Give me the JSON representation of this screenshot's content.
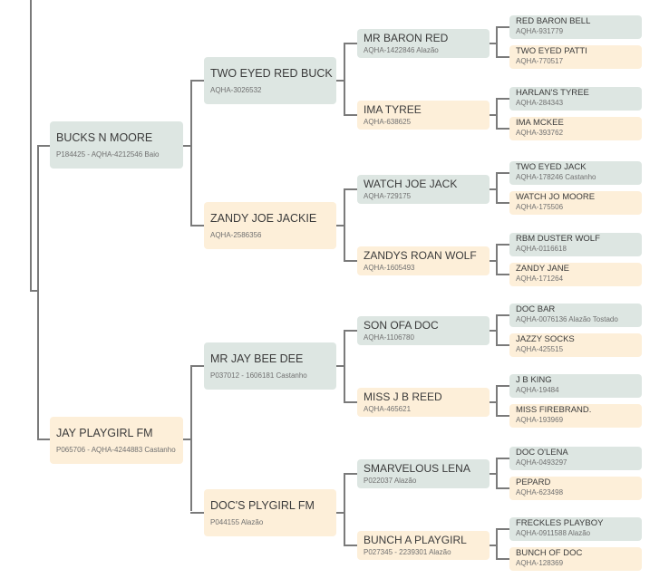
{
  "pedigree": {
    "sire": {
      "name": "BUCKS N MOORE",
      "reg": "P184425 - AQHA-4212546 Baio"
    },
    "dam": {
      "name": "JAY PLAYGIRL FM",
      "reg": "P065706 - AQHA-4244883 Castanho"
    },
    "gen2": [
      {
        "name": "TWO EYED RED BUCK",
        "reg": "AQHA-3026532"
      },
      {
        "name": "ZANDY JOE JACKIE",
        "reg": "AQHA-2586356"
      },
      {
        "name": "MR JAY BEE DEE",
        "reg": "P037012 - 1606181 Castanho"
      },
      {
        "name": "DOC'S PLYGIRL FM",
        "reg": "P044155 Alazão"
      }
    ],
    "gen3": [
      {
        "name": "MR BARON RED",
        "reg": "AQHA-1422846 Alazão"
      },
      {
        "name": "IMA TYREE",
        "reg": "AQHA-638625"
      },
      {
        "name": "WATCH JOE JACK",
        "reg": "AQHA-729175"
      },
      {
        "name": "ZANDYS ROAN WOLF",
        "reg": "AQHA-1605493"
      },
      {
        "name": "SON OFA DOC",
        "reg": "AQHA-1106780"
      },
      {
        "name": "MISS J B REED",
        "reg": "AQHA-465621"
      },
      {
        "name": "SMARVELOUS LENA",
        "reg": "P022037 Alazão"
      },
      {
        "name": "BUNCH A PLAYGIRL",
        "reg": "P027345 - 2239301 Alazão"
      }
    ],
    "gen4": [
      {
        "name": "RED BARON BELL",
        "reg": "AQHA-931779"
      },
      {
        "name": "TWO EYED PATTI",
        "reg": "AQHA-770517"
      },
      {
        "name": "HARLAN'S TYREE",
        "reg": "AQHA-284343"
      },
      {
        "name": "IMA MCKEE",
        "reg": "AQHA-393762"
      },
      {
        "name": "TWO EYED JACK",
        "reg": "AQHA-178246 Castanho"
      },
      {
        "name": "WATCH JO MOORE",
        "reg": "AQHA-175506"
      },
      {
        "name": "RBM DUSTER WOLF",
        "reg": "AQHA-0116618"
      },
      {
        "name": "ZANDY JANE",
        "reg": "AQHA-171264"
      },
      {
        "name": "DOC BAR",
        "reg": "AQHA-0076136 Alazão Tostado"
      },
      {
        "name": "JAZZY SOCKS",
        "reg": "AQHA-425515"
      },
      {
        "name": "J B KING",
        "reg": "AQHA-19484"
      },
      {
        "name": "MISS FIREBRAND.",
        "reg": "AQHA-193969"
      },
      {
        "name": "DOC O'LENA",
        "reg": "AQHA-0493297"
      },
      {
        "name": "PEPARD",
        "reg": "AQHA-623498"
      },
      {
        "name": "FRECKLES PLAYBOY",
        "reg": "AQHA-0911588 Alazão"
      },
      {
        "name": "BUNCH OF DOC",
        "reg": "AQHA-128369"
      }
    ],
    "colors": {
      "sire_bg": "#dde6e2",
      "dam_bg": "#fdefd9",
      "connector": "#7a7a7a",
      "text": "#3b3b3b"
    }
  }
}
